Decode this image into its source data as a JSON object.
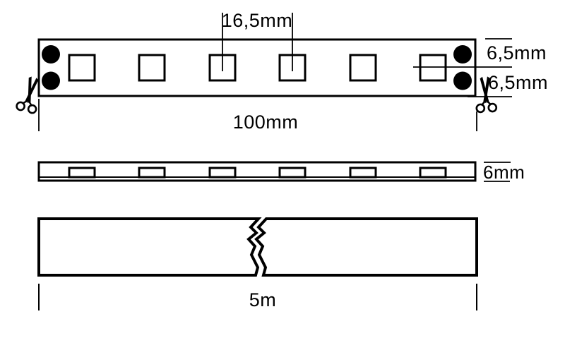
{
  "diagram": {
    "type": "technical-drawing",
    "subject": "LED strip dimension drawing",
    "background_color": "#ffffff",
    "line_color": "#000000",
    "top_view": {
      "led_count": 6,
      "solder_pad_count": 4,
      "labels": {
        "pitch": "16,5mm",
        "upper_half": "6,5mm",
        "lower_half": "6,5mm",
        "length": "100mm"
      }
    },
    "side_view": {
      "led_count": 6,
      "labels": {
        "height": "6mm"
      }
    },
    "reel_view": {
      "labels": {
        "total_length": "5m"
      }
    },
    "icons": [
      {
        "name": "scissors-left-icon"
      },
      {
        "name": "scissors-right-icon"
      }
    ]
  }
}
